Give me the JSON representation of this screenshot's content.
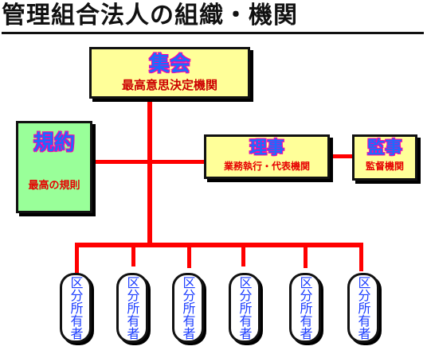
{
  "title": "管理組合法人の組織・機関",
  "assembly": {
    "name": "集会",
    "role": "最高意思決定機関"
  },
  "rules": {
    "name": "規約",
    "role": "最高の規則"
  },
  "board": {
    "name": "理事",
    "role": "業務執行・代表機関"
  },
  "auditor": {
    "name": "監事",
    "role": "監督機関"
  },
  "owners": [
    {
      "label": "区分所有者"
    },
    {
      "label": "区分所有者"
    },
    {
      "label": "区分所有者"
    },
    {
      "label": "区分所有者"
    },
    {
      "label": "区分所有者"
    },
    {
      "label": "区分所有者"
    }
  ],
  "colors": {
    "connector": "#ff0000",
    "box_fill_yellow": "#ffff99",
    "box_fill_green": "#99ff99",
    "main_text": "#1a6cff",
    "main_text_outline": "#ff00aa",
    "sub_text": "#e60000",
    "owner_text": "#1a3cff"
  }
}
